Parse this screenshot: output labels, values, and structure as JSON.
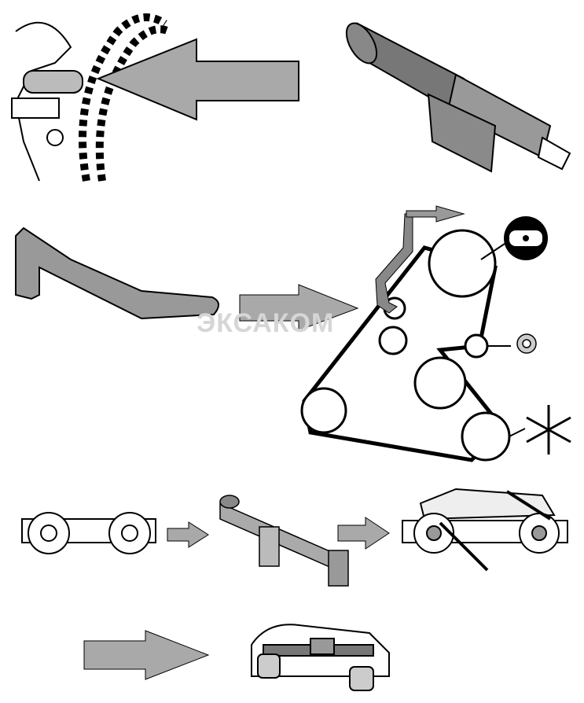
{
  "watermark": "ЭКСАКОМ",
  "colors": {
    "arrow_fill": "#a9a9a9",
    "line": "#000000",
    "tool_fill": "#8c8c8c",
    "background": "#ffffff"
  },
  "icons": [
    "camshaft-sprocket-locking",
    "locking-pin-tool",
    "crank-holding-tool",
    "belt-routing-diagram",
    "tensioner-icon",
    "ac-snowflake-icon",
    "camshaft-alignment-bar"
  ]
}
